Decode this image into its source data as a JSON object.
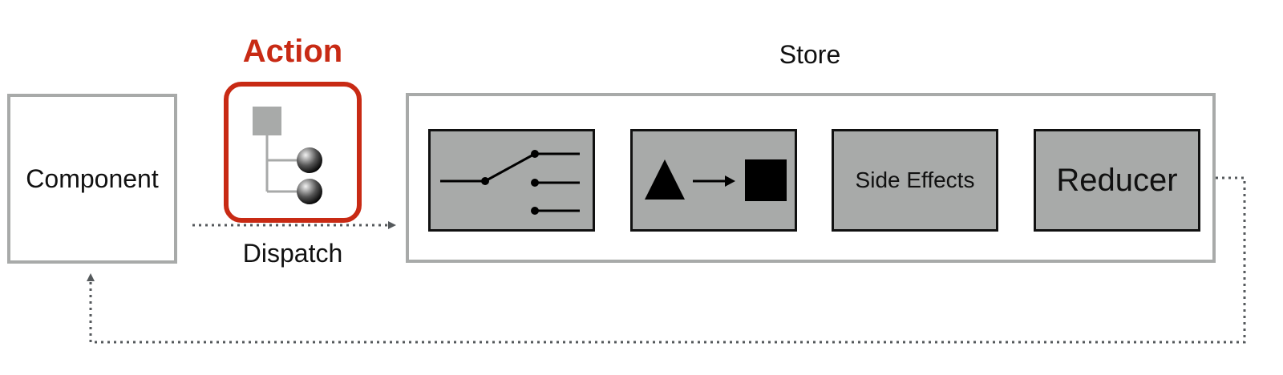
{
  "component": {
    "label": "Component"
  },
  "action": {
    "title": "Action",
    "icon": "action-tree-icon",
    "color": "#c82a14"
  },
  "dispatch": {
    "label": "Dispatch"
  },
  "store": {
    "title": "Store",
    "stages": [
      {
        "icon": "switch-icon"
      },
      {
        "icon": "triangle-to-square-icon"
      },
      {
        "label": "Side Effects"
      },
      {
        "label": "Reducer"
      }
    ]
  },
  "colors": {
    "box_border": "#a8aaa9",
    "stage_fill": "#a8aaa9",
    "arrow": "#55595c",
    "accent": "#c82a14"
  }
}
